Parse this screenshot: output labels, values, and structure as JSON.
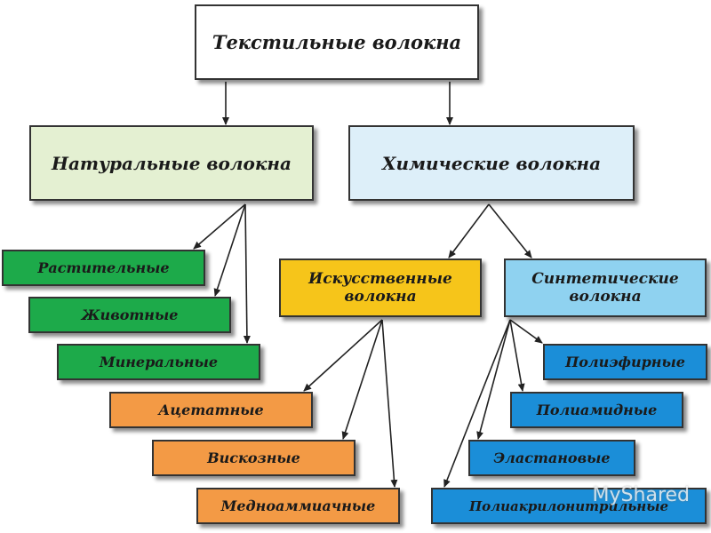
{
  "diagram": {
    "root": "Текстильные волокна",
    "natural": "Натуральные волокна",
    "chemical": "Химические волокна",
    "artificial": "Искусственные волокна",
    "synthetic": "Синтетические волокна",
    "natural_children": [
      "Растительные",
      "Животные",
      "Минеральные"
    ],
    "artificial_children": [
      "Ацетатные",
      "Вискозные",
      "Медноаммиачные"
    ],
    "synthetic_children": [
      "Полиэфирные",
      "Полиамидные",
      "Эластановые",
      "Полиакрилонитрильные"
    ]
  },
  "watermark": "MyShared",
  "colors": {
    "root": "#ffffff",
    "natural": "#e4f0d2",
    "chemical": "#ddeff9",
    "artificial": "#f6c51a",
    "synthetic": "#8fd2f0",
    "natural_children": "#1daa4a",
    "artificial_children": "#f39a45",
    "synthetic_children": "#1b8ed8"
  }
}
